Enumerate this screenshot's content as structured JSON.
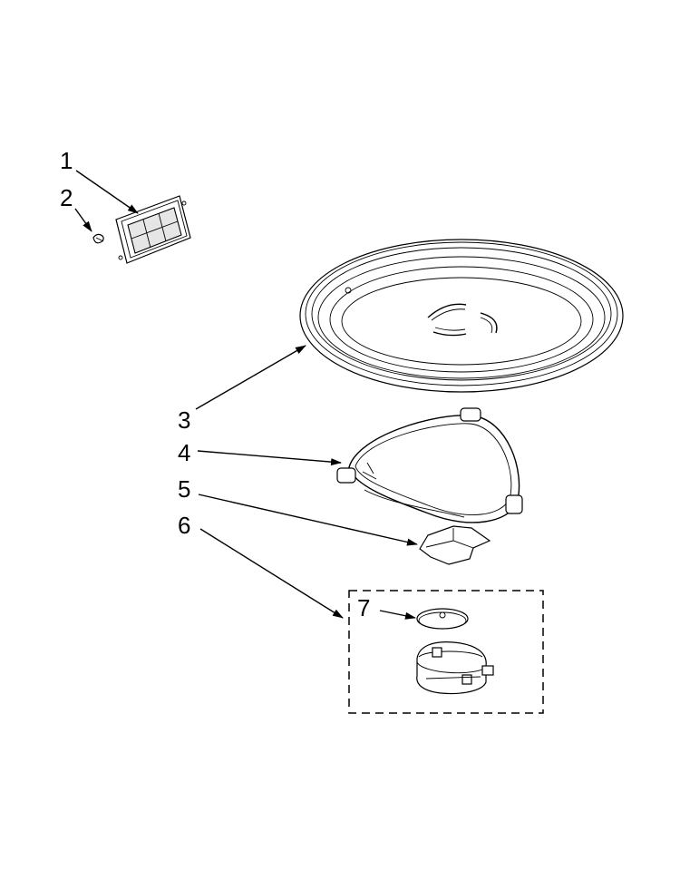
{
  "callouts": {
    "c1": "1",
    "c2": "2",
    "c3": "3",
    "c4": "4",
    "c5": "5",
    "c6": "6",
    "c7": "7"
  },
  "parts": {
    "p1": "grease-filter",
    "p2": "filter-clip",
    "p3": "glass-turntable-tray",
    "p4": "roller-ring-support",
    "p5": "turntable-coupler",
    "p6": "turntable-motor-assembly",
    "p7": "motor-cap"
  }
}
